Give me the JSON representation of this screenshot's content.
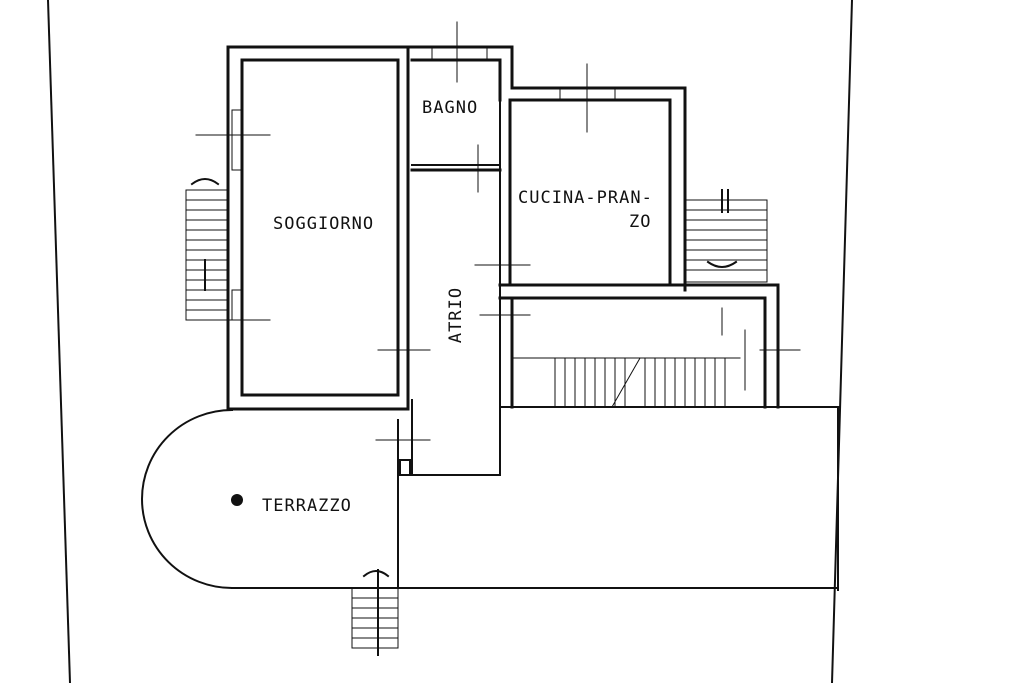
{
  "rooms": {
    "bagno": "BAGNO",
    "soggiorno": "SOGGIORNO",
    "cucina_line1": "CUCINA-PRAN-",
    "cucina_line2": "ZO",
    "atrio": "ATRIO",
    "terrazzo": "TERRAZZO"
  },
  "colors": {
    "ink": "#111111",
    "paper": "#ffffff"
  }
}
